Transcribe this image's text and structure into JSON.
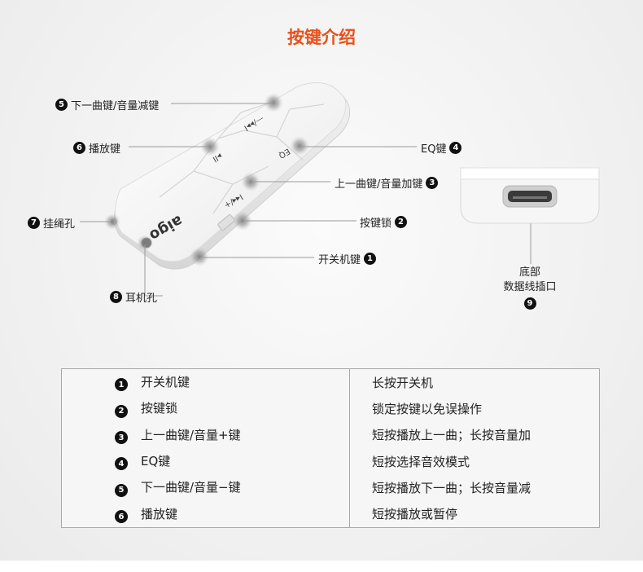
{
  "title": "按键介绍",
  "callouts": {
    "c5": {
      "num": "5",
      "text": "下一曲键/音量减键"
    },
    "c6": {
      "num": "6",
      "text": "播放键"
    },
    "c4": {
      "num": "4",
      "text": "EQ键"
    },
    "c3": {
      "num": "3",
      "text": "上一曲键/音量加键"
    },
    "c7": {
      "num": "7",
      "text": "挂绳孔"
    },
    "c2": {
      "num": "2",
      "text": "按键锁"
    },
    "c1": {
      "num": "1",
      "text": "开关机键"
    },
    "c8": {
      "num": "8",
      "text": "耳机孔"
    },
    "c9": {
      "num": "9",
      "line1": "底部",
      "line2": "数据线插口"
    }
  },
  "device": {
    "brand": "aigo",
    "key_eq": "EQ",
    "key_next": "—/▸▸I",
    "key_play": "▸II",
    "key_prev": "I◂◂/+"
  },
  "table": [
    {
      "num": "1",
      "key": "开关机键",
      "desc": "长按开关机"
    },
    {
      "num": "2",
      "key": "按键锁",
      "desc": "锁定按键以免误操作"
    },
    {
      "num": "3",
      "key": "上一曲键/音量+键",
      "desc": "短按播放上一曲；长按音量加"
    },
    {
      "num": "4",
      "key": "EQ键",
      "desc": "短按选择音效模式"
    },
    {
      "num": "5",
      "key": "下一曲键/音量−键",
      "desc": "短按播放下一曲；长按音量减"
    },
    {
      "num": "6",
      "key": "播放键",
      "desc": "短按播放或暂停"
    }
  ]
}
